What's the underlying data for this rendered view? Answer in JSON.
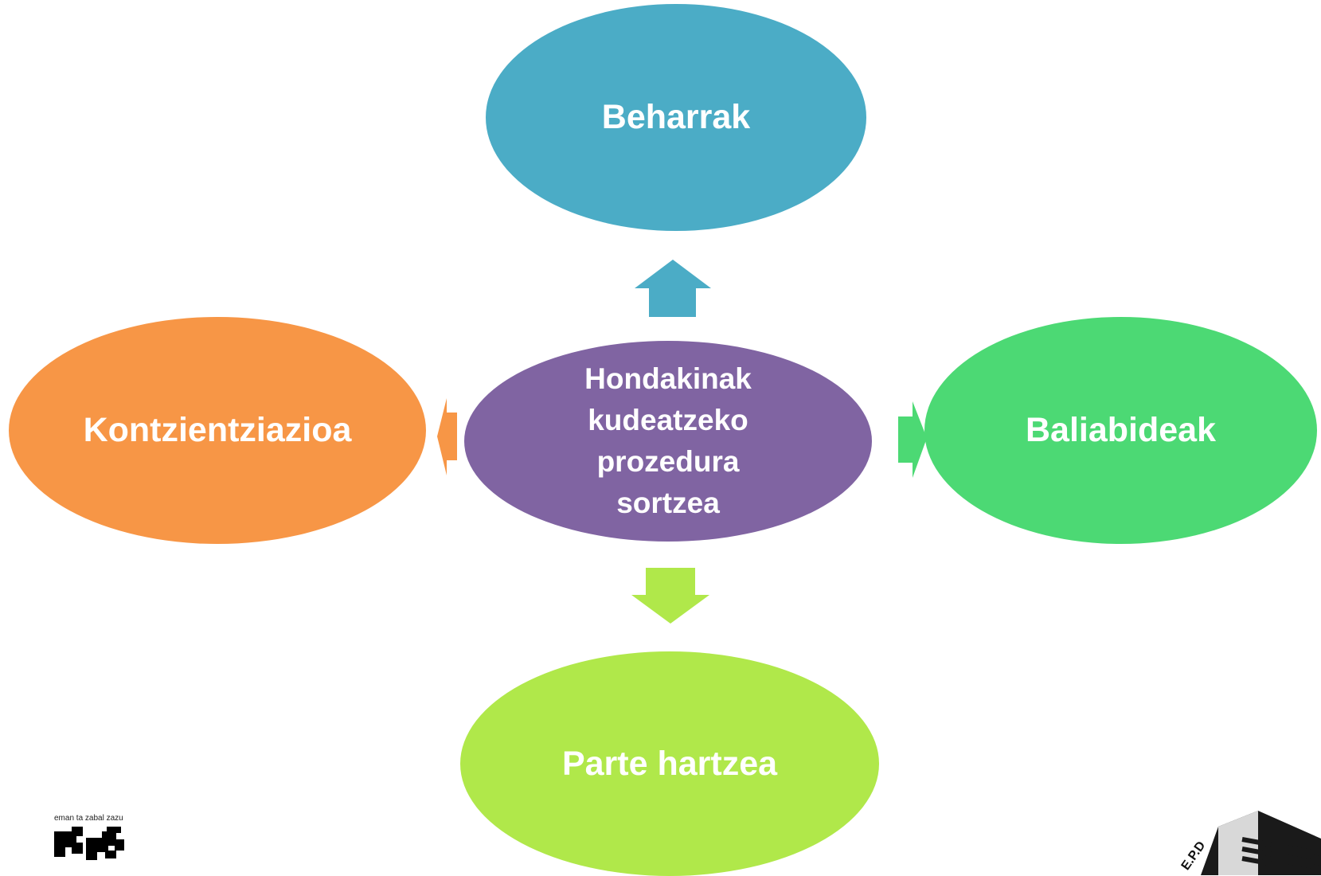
{
  "diagram": {
    "center": {
      "lines": [
        "Hondakinak",
        "kudeatzeko",
        "prozedura",
        "sortzea"
      ]
    },
    "top": {
      "label": "Beharrak"
    },
    "left": {
      "label": "Kontzientziazioa"
    },
    "right": {
      "label": "Baliabideak"
    },
    "bottom": {
      "label": "Parte hartzea"
    }
  },
  "colors": {
    "center": "#8064a2",
    "top": "#4bacc6",
    "left": "#f79646",
    "right": "#4cd974",
    "bottom": "#b0e84a"
  },
  "logos": {
    "upv_motto": "eman ta zabal zazu",
    "epd_text": "E.P.D"
  }
}
